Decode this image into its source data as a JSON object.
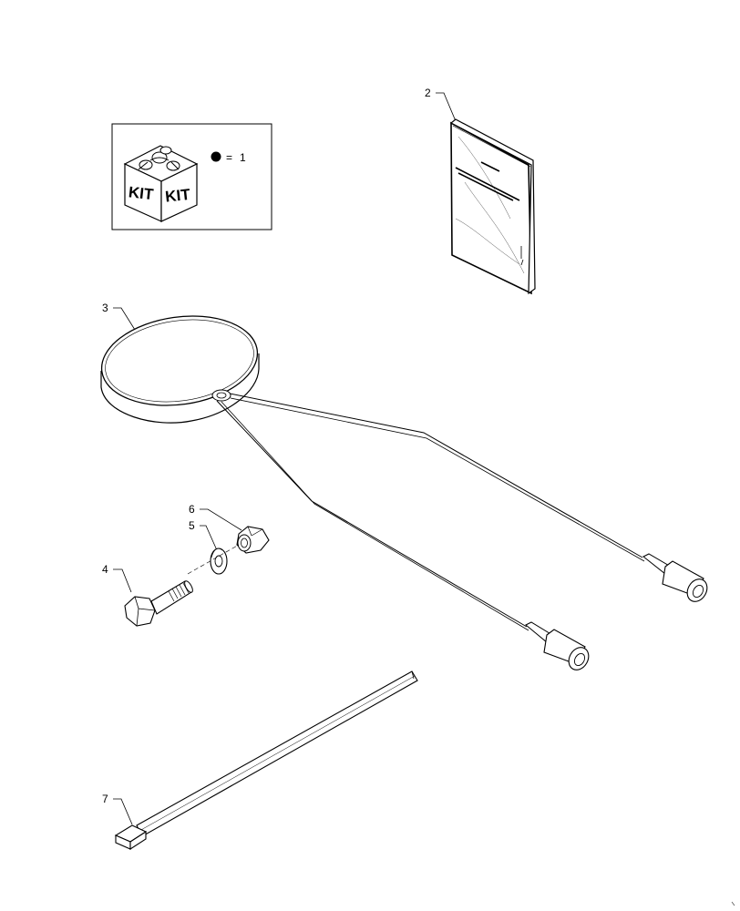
{
  "kit_legend": {
    "kit_text_left": "KIT",
    "kit_text_right": "KIT",
    "equals": "=",
    "quantity": "1"
  },
  "callouts": [
    {
      "number": "2",
      "part": "instruction-booklet"
    },
    {
      "number": "3",
      "part": "antenna"
    },
    {
      "number": "4",
      "part": "bolt"
    },
    {
      "number": "5",
      "part": "washer"
    },
    {
      "number": "6",
      "part": "nut"
    },
    {
      "number": "7",
      "part": "cable-tie"
    }
  ]
}
